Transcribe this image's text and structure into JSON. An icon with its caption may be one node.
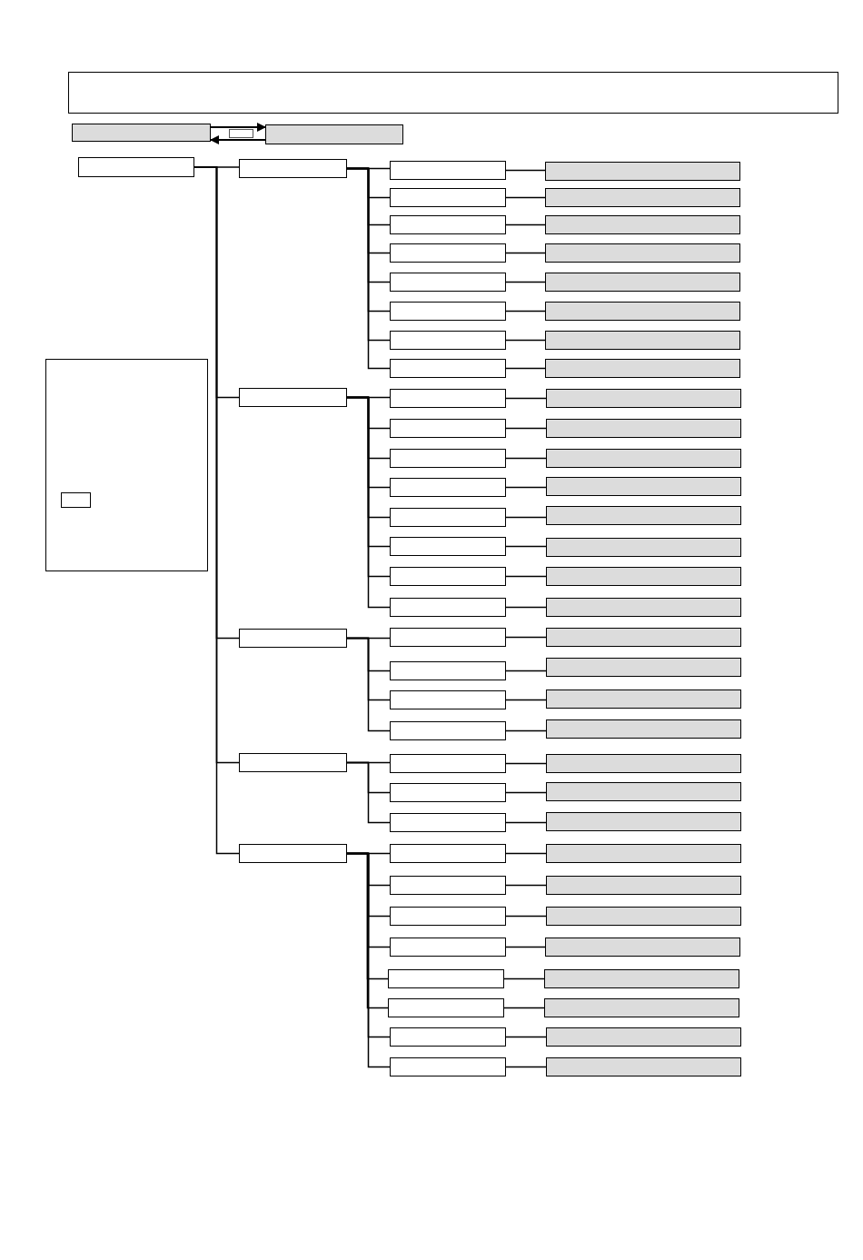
{
  "diagram": {
    "nodes": [
      {
        "text": [],
        "shape": "box"
      },
      {
        "text": [],
        "shape": "box"
      },
      {
        "text": [],
        "shape": "box"
      },
      {
        "text": [],
        "shape": "box"
      },
      {
        "text": [],
        "shape": "box"
      },
      {
        "text": [],
        "shape": "box"
      },
      {
        "text": [],
        "shape": "box",
        "in": 5
      },
      {
        "text": [],
        "shape": "box"
      },
      {
        "text": [],
        "shape": "box"
      },
      {
        "text": [],
        "shape": "box"
      },
      {
        "text": [],
        "shape": "box"
      },
      {
        "text": [],
        "shape": "box"
      },
      {
        "text": [],
        "shape": "box"
      },
      {
        "text": [],
        "shape": "box"
      },
      {
        "text": [],
        "shape": "box"
      },
      {
        "text": [],
        "shape": "box"
      },
      {
        "text": [],
        "shape": "box"
      },
      {
        "text": [],
        "shape": "box"
      },
      {
        "text": [],
        "shape": "box"
      },
      {
        "text": [],
        "shape": "box"
      },
      {
        "text": [],
        "shape": "box"
      },
      {
        "text": [],
        "shape": "box"
      },
      {
        "text": [],
        "shape": "box"
      },
      {
        "text": [],
        "shape": "box"
      },
      {
        "text": [],
        "shape": "box"
      },
      {
        "text": [],
        "shape": "box"
      },
      {
        "text": [],
        "shape": "box"
      },
      {
        "text": [],
        "shape": "box"
      },
      {
        "text": [],
        "shape": "box"
      },
      {
        "text": [],
        "shape": "box"
      },
      {
        "text": [],
        "shape": "box"
      },
      {
        "text": [],
        "shape": "box"
      },
      {
        "text": [],
        "shape": "box"
      },
      {
        "text": [],
        "shape": "box"
      },
      {
        "text": [],
        "shape": "box"
      },
      {
        "text": [],
        "shape": "box"
      },
      {
        "text": [],
        "shape": "box"
      },
      {
        "text": [],
        "shape": "box"
      },
      {
        "text": [],
        "shape": "box"
      },
      {
        "text": [],
        "shape": "box"
      },
      {
        "text": [],
        "shape": "box"
      },
      {
        "text": [],
        "shape": "box"
      },
      {
        "text": [],
        "shape": "box"
      },
      {
        "text": [],
        "shape": "box"
      },
      {
        "text": [],
        "shape": "box"
      },
      {
        "text": [],
        "shape": "box"
      },
      {
        "text": [],
        "shape": "box"
      },
      {
        "text": [],
        "shape": "box"
      },
      {
        "text": [],
        "shape": "box"
      },
      {
        "text": [],
        "shape": "box"
      },
      {
        "text": [],
        "shape": "box"
      },
      {
        "text": [],
        "shape": "box"
      },
      {
        "text": [],
        "shape": "box"
      },
      {
        "text": [],
        "shape": "box"
      },
      {
        "text": [],
        "shape": "box"
      },
      {
        "text": [],
        "shape": "box"
      },
      {
        "text": [],
        "shape": "box"
      },
      {
        "text": [],
        "shape": "box"
      },
      {
        "text": [],
        "shape": "box"
      },
      {
        "text": [],
        "shape": "box"
      },
      {
        "text": [],
        "shape": "box"
      },
      {
        "text": [],
        "shape": "box"
      },
      {
        "text": [],
        "shape": "box"
      },
      {
        "text": [],
        "shape": "box"
      },
      {
        "text": [],
        "shape": "box"
      },
      {
        "text": [],
        "shape": "box"
      },
      {
        "text": [],
        "shape": "box"
      },
      {
        "text": [],
        "shape": "box"
      },
      {
        "text": [],
        "shape": "box"
      },
      {
        "text": [],
        "shape": "box"
      },
      {
        "text": [],
        "shape": "box"
      },
      {
        "text": [],
        "shape": "box"
      },
      {
        "text": [],
        "shape": "box"
      },
      {
        "text": [],
        "shape": "box"
      }
    ],
    "edges": [
      {
        "from": 1,
        "to": 3,
        "arrow": "to"
      },
      {
        "from": 3,
        "to": 1,
        "arrow": "to"
      },
      {
        "from": 4,
        "to": 7,
        "arrow": "none"
      },
      {
        "from": 4,
        "to": 24,
        "arrow": "none"
      },
      {
        "from": 4,
        "to": 41,
        "arrow": "none"
      },
      {
        "from": 4,
        "to": 50,
        "arrow": "none"
      },
      {
        "from": 4,
        "to": 57,
        "arrow": "none"
      },
      {
        "from": 7,
        "to": 8,
        "arrow": "none"
      },
      {
        "from": 7,
        "to": 10,
        "arrow": "none"
      },
      {
        "from": 7,
        "to": 12,
        "arrow": "none"
      },
      {
        "from": 7,
        "to": 14,
        "arrow": "none"
      },
      {
        "from": 7,
        "to": 16,
        "arrow": "none"
      },
      {
        "from": 7,
        "to": 18,
        "arrow": "none"
      },
      {
        "from": 7,
        "to": 20,
        "arrow": "none"
      },
      {
        "from": 7,
        "to": 22,
        "arrow": "none"
      },
      {
        "from": 8,
        "to": 9,
        "arrow": "none"
      },
      {
        "from": 10,
        "to": 11,
        "arrow": "none"
      },
      {
        "from": 12,
        "to": 13,
        "arrow": "none"
      },
      {
        "from": 14,
        "to": 15,
        "arrow": "none"
      },
      {
        "from": 16,
        "to": 17,
        "arrow": "none"
      },
      {
        "from": 18,
        "to": 19,
        "arrow": "none"
      },
      {
        "from": 20,
        "to": 21,
        "arrow": "none"
      },
      {
        "from": 22,
        "to": 23,
        "arrow": "none"
      },
      {
        "from": 24,
        "to": 25,
        "arrow": "none"
      },
      {
        "from": 24,
        "to": 27,
        "arrow": "none"
      },
      {
        "from": 24,
        "to": 29,
        "arrow": "none"
      },
      {
        "from": 24,
        "to": 31,
        "arrow": "none"
      },
      {
        "from": 24,
        "to": 33,
        "arrow": "none"
      },
      {
        "from": 24,
        "to": 35,
        "arrow": "none"
      },
      {
        "from": 24,
        "to": 37,
        "arrow": "none"
      },
      {
        "from": 24,
        "to": 39,
        "arrow": "none"
      },
      {
        "from": 25,
        "to": 26,
        "arrow": "none"
      },
      {
        "from": 27,
        "to": 28,
        "arrow": "none"
      },
      {
        "from": 29,
        "to": 30,
        "arrow": "none"
      },
      {
        "from": 31,
        "to": 32,
        "arrow": "none"
      },
      {
        "from": 33,
        "to": 34,
        "arrow": "none"
      },
      {
        "from": 35,
        "to": 36,
        "arrow": "none"
      },
      {
        "from": 37,
        "to": 38,
        "arrow": "none"
      },
      {
        "from": 39,
        "to": 40,
        "arrow": "none"
      },
      {
        "from": 41,
        "to": 42,
        "arrow": "none"
      },
      {
        "from": 41,
        "to": 44,
        "arrow": "none"
      },
      {
        "from": 41,
        "to": 46,
        "arrow": "none"
      },
      {
        "from": 41,
        "to": 48,
        "arrow": "none"
      },
      {
        "from": 42,
        "to": 43,
        "arrow": "none"
      },
      {
        "from": 44,
        "to": 45,
        "arrow": "none"
      },
      {
        "from": 46,
        "to": 47,
        "arrow": "none"
      },
      {
        "from": 48,
        "to": 49,
        "arrow": "none"
      },
      {
        "from": 50,
        "to": 51,
        "arrow": "none"
      },
      {
        "from": 50,
        "to": 53,
        "arrow": "none"
      },
      {
        "from": 50,
        "to": 55,
        "arrow": "none"
      },
      {
        "from": 51,
        "to": 52,
        "arrow": "none"
      },
      {
        "from": 53,
        "to": 54,
        "arrow": "none"
      },
      {
        "from": 55,
        "to": 56,
        "arrow": "none"
      },
      {
        "from": 57,
        "to": 58,
        "arrow": "none"
      },
      {
        "from": 57,
        "to": 60,
        "arrow": "none"
      },
      {
        "from": 57,
        "to": 62,
        "arrow": "none"
      },
      {
        "from": 57,
        "to": 64,
        "arrow": "none"
      },
      {
        "from": 57,
        "to": 66,
        "arrow": "none"
      },
      {
        "from": 57,
        "to": 68,
        "arrow": "none"
      },
      {
        "from": 57,
        "to": 70,
        "arrow": "none"
      },
      {
        "from": 57,
        "to": 72,
        "arrow": "none"
      },
      {
        "from": 58,
        "to": 59,
        "arrow": "none"
      },
      {
        "from": 60,
        "to": 61,
        "arrow": "none"
      },
      {
        "from": 62,
        "to": 63,
        "arrow": "none"
      },
      {
        "from": 64,
        "to": 65,
        "arrow": "none"
      },
      {
        "from": 66,
        "to": 67,
        "arrow": "none"
      },
      {
        "from": 68,
        "to": 69,
        "arrow": "none"
      },
      {
        "from": 70,
        "to": 71,
        "arrow": "none"
      },
      {
        "from": 72,
        "to": 73,
        "arrow": "none"
      }
    ]
  }
}
